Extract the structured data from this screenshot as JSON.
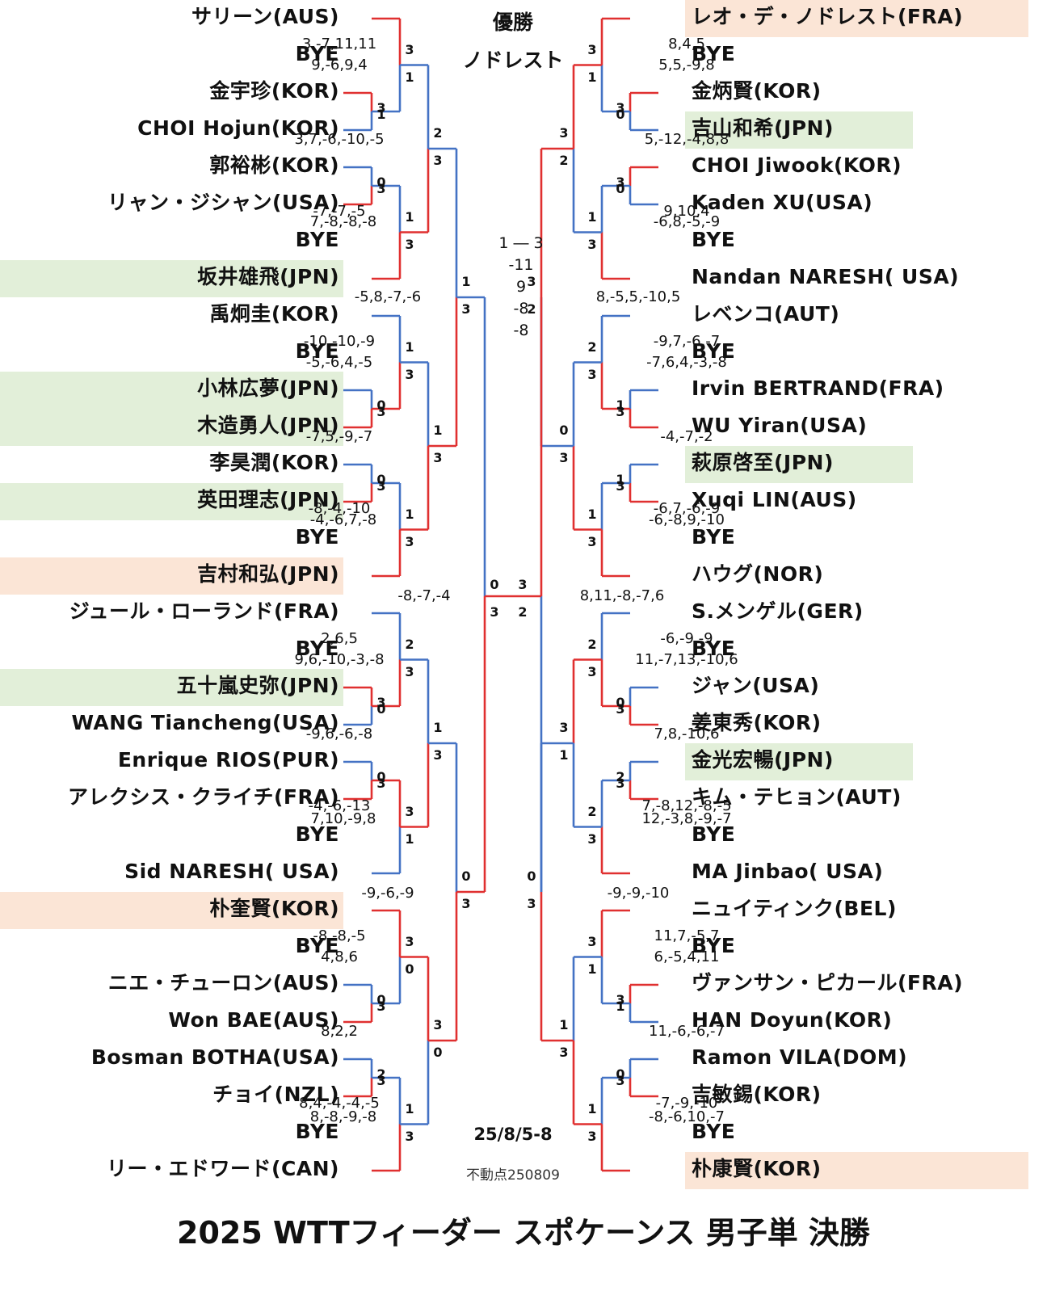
{
  "title": "2025 WTTフィーダー スポケーンス 男子単 決勝",
  "champion_label": "優勝",
  "champion": "ノドレスト",
  "final_scores": [
    "1 ― 3",
    "-11",
    "9",
    "-8",
    "-8"
  ],
  "date": "25/8/5-8",
  "note": "不動点250809",
  "colors": {
    "win": "#e03030",
    "lose": "#4472c4",
    "green_highlight": "#e2efd9",
    "pink_highlight": "#fbe5d6"
  },
  "left_players": [
    {
      "name": "サリーン(AUS)",
      "hl": ""
    },
    {
      "name": "BYE",
      "hl": ""
    },
    {
      "name": "金宇珍(KOR)",
      "hl": ""
    },
    {
      "name": "CHOI Hojun(KOR)",
      "hl": ""
    },
    {
      "name": "郭裕彬(KOR)",
      "hl": ""
    },
    {
      "name": "リャン・ジシャン(USA)",
      "hl": ""
    },
    {
      "name": "BYE",
      "hl": ""
    },
    {
      "name": "坂井雄飛(JPN)",
      "hl": "green"
    },
    {
      "name": "禹炯圭(KOR)",
      "hl": ""
    },
    {
      "name": "BYE",
      "hl": ""
    },
    {
      "name": "小林広夢(JPN)",
      "hl": "green"
    },
    {
      "name": "木造勇人(JPN)",
      "hl": "green"
    },
    {
      "name": "李昊潤(KOR)",
      "hl": ""
    },
    {
      "name": "英田理志(JPN)",
      "hl": "green"
    },
    {
      "name": "BYE",
      "hl": ""
    },
    {
      "name": "吉村和弘(JPN)",
      "hl": "pink"
    },
    {
      "name": "ジュール・ローランド(FRA)",
      "hl": ""
    },
    {
      "name": "BYE",
      "hl": ""
    },
    {
      "name": "五十嵐史弥(JPN)",
      "hl": "green"
    },
    {
      "name": "WANG Tiancheng(USA)",
      "hl": ""
    },
    {
      "name": "Enrique RIOS(PUR)",
      "hl": ""
    },
    {
      "name": "アレクシス・クライチ(FRA)",
      "hl": ""
    },
    {
      "name": "BYE",
      "hl": ""
    },
    {
      "name": "Sid NARESH( USA)",
      "hl": ""
    },
    {
      "name": "朴奎賢(KOR)",
      "hl": "pink"
    },
    {
      "name": "BYE",
      "hl": ""
    },
    {
      "name": "ニエ・チューロン(AUS)",
      "hl": ""
    },
    {
      "name": "Won BAE(AUS)",
      "hl": ""
    },
    {
      "name": "Bosman BOTHA(USA)",
      "hl": ""
    },
    {
      "name": "チョイ(NZL)",
      "hl": ""
    },
    {
      "name": "BYE",
      "hl": ""
    },
    {
      "name": "リー・エドワード(CAN)",
      "hl": ""
    }
  ],
  "right_players": [
    {
      "name": "レオ・デ・ノドレスト(FRA)",
      "hl": "pink"
    },
    {
      "name": "BYE",
      "hl": ""
    },
    {
      "name": "金炳賢(KOR)",
      "hl": ""
    },
    {
      "name": "吉山和希(JPN)",
      "hl": "green"
    },
    {
      "name": "CHOI Jiwook(KOR)",
      "hl": ""
    },
    {
      "name": "Kaden XU(USA)",
      "hl": ""
    },
    {
      "name": "BYE",
      "hl": ""
    },
    {
      "name": "Nandan NARESH( USA)",
      "hl": ""
    },
    {
      "name": "レベンコ(AUT)",
      "hl": ""
    },
    {
      "name": "BYE",
      "hl": ""
    },
    {
      "name": "Irvin BERTRAND(FRA)",
      "hl": ""
    },
    {
      "name": "WU Yiran(USA)",
      "hl": ""
    },
    {
      "name": "萩原啓至(JPN)",
      "hl": "green"
    },
    {
      "name": "Xuqi LIN(AUS)",
      "hl": ""
    },
    {
      "name": "BYE",
      "hl": ""
    },
    {
      "name": "ハウグ(NOR)",
      "hl": ""
    },
    {
      "name": "S.メンゲル(GER)",
      "hl": ""
    },
    {
      "name": "BYE",
      "hl": ""
    },
    {
      "name": "ジャン(USA)",
      "hl": ""
    },
    {
      "name": "姜東秀(KOR)",
      "hl": ""
    },
    {
      "name": "金光宏暢(JPN)",
      "hl": "green"
    },
    {
      "name": "キム・テヒョン(AUT)",
      "hl": ""
    },
    {
      "name": "BYE",
      "hl": ""
    },
    {
      "name": "MA Jinbao( USA)",
      "hl": ""
    },
    {
      "name": "ニュイティンク(BEL)",
      "hl": ""
    },
    {
      "name": "BYE",
      "hl": ""
    },
    {
      "name": "ヴァンサン・ピカール(FRA)",
      "hl": ""
    },
    {
      "name": "HAN Doyun(KOR)",
      "hl": ""
    },
    {
      "name": "Ramon VILA(DOM)",
      "hl": ""
    },
    {
      "name": "吉敏錫(KOR)",
      "hl": ""
    },
    {
      "name": "BYE",
      "hl": ""
    },
    {
      "name": "朴康賢(KOR)",
      "hl": "pink"
    }
  ],
  "left_matches": [
    {
      "id": "L1a",
      "r": 1,
      "a": 2,
      "b": 3,
      "sa": "3",
      "sb": "1",
      "w": "a",
      "gs": "9,-6,9,4"
    },
    {
      "id": "L1b",
      "r": 1,
      "a": 4,
      "b": 5,
      "sa": "0",
      "sb": "3",
      "w": "b",
      "gs": "3,7,-6,-10,-5"
    },
    {
      "id": "L1c",
      "r": 1,
      "a": 10,
      "b": 11,
      "sa": "0",
      "sb": "3",
      "w": "b",
      "gs": "-5,-6,4,-5"
    },
    {
      "id": "L1d",
      "r": 1,
      "a": 12,
      "b": 13,
      "sa": "0",
      "sb": "3",
      "w": "b",
      "gs": "-7,5,-9,-7"
    },
    {
      "id": "L1e",
      "r": 1,
      "a": 18,
      "b": 19,
      "sa": "3",
      "sb": "0",
      "w": "a",
      "gs": "9,6,-10,-3,-8"
    },
    {
      "id": "L1f",
      "r": 1,
      "a": 20,
      "b": 21,
      "sa": "0",
      "sb": "3",
      "w": "b",
      "gs": "-9,6,-6,-8"
    },
    {
      "id": "L1g",
      "r": 1,
      "a": 26,
      "b": 27,
      "sa": "0",
      "sb": "3",
      "w": "b",
      "gs": "4,8,6"
    },
    {
      "id": "L1h",
      "r": 1,
      "a": 28,
      "b": 29,
      "sa": "2",
      "sb": "3",
      "w": "b",
      "gs": "8,2,2"
    },
    {
      "id": "L2a",
      "r": 2,
      "a": "p0",
      "b": "L1a",
      "sa": "3",
      "sb": "1",
      "w": "a",
      "gs": "3,-7,11,11"
    },
    {
      "id": "L2b",
      "r": 2,
      "a": "L1b",
      "b": "p7",
      "sa": "1",
      "sb": "3",
      "w": "b",
      "gs": "-7,-7,-5"
    },
    {
      "id": "L2c",
      "r": 2,
      "a": "p8",
      "b": "L1c",
      "sa": "1",
      "sb": "3",
      "w": "b",
      "gs": "-10,-10,-9"
    },
    {
      "id": "L2d",
      "r": 2,
      "a": "L1d",
      "b": "p15",
      "sa": "1",
      "sb": "3",
      "w": "b",
      "gs": "-8,-4,-10"
    },
    {
      "id": "L2e",
      "r": 2,
      "a": "p16",
      "b": "L1e",
      "sa": "2",
      "sb": "3",
      "w": "b",
      "gs": "2,6,5"
    },
    {
      "id": "L2f",
      "r": 2,
      "a": "L1f",
      "b": "p23",
      "sa": "3",
      "sb": "1",
      "w": "a",
      "gs": "-4,-6,-13"
    },
    {
      "id": "L2g",
      "r": 2,
      "a": "p24",
      "b": "L1g",
      "sa": "3",
      "sb": "0",
      "w": "a",
      "gs": "-8,-8,-5"
    },
    {
      "id": "L2h",
      "r": 2,
      "a": "L1h",
      "b": "p31",
      "sa": "1",
      "sb": "3",
      "w": "b",
      "gs": "8,4,-4,-4,-5"
    },
    {
      "id": "L3a",
      "r": 3,
      "a": "L2a",
      "b": "L2b",
      "sa": "2",
      "sb": "3",
      "w": "b",
      "gs": "7,-8,-8,-8"
    },
    {
      "id": "L3b",
      "r": 3,
      "a": "L2c",
      "b": "L2d",
      "sa": "1",
      "sb": "3",
      "w": "b",
      "gs": "-4,-6,7,-8"
    },
    {
      "id": "L3c",
      "r": 3,
      "a": "L2e",
      "b": "L2f",
      "sa": "1",
      "sb": "3",
      "w": "b",
      "gs": "7,10,-9,8"
    },
    {
      "id": "L3d",
      "r": 3,
      "a": "L2g",
      "b": "L2h",
      "sa": "3",
      "sb": "0",
      "w": "a",
      "gs": "8,-8,-9,-8"
    },
    {
      "id": "L4a",
      "r": 4,
      "a": "L3a",
      "b": "L3b",
      "sa": "1",
      "sb": "3",
      "w": "b",
      "gs": "-5,8,-7,-6"
    },
    {
      "id": "L4b",
      "r": 4,
      "a": "L3c",
      "b": "L3d",
      "sa": "0",
      "sb": "3",
      "w": "b",
      "gs": "-9,-6,-9"
    },
    {
      "id": "L5",
      "r": 5,
      "a": "L4a",
      "b": "L4b",
      "sa": "0",
      "sb": "3",
      "w": "b",
      "gs": "-8,-7,-4"
    }
  ],
  "right_matches": [
    {
      "id": "R1a",
      "r": 1,
      "a": 2,
      "b": 3,
      "sa": "3",
      "sb": "0",
      "w": "a",
      "gs": "5,5,-9,8"
    },
    {
      "id": "R1b",
      "r": 1,
      "a": 4,
      "b": 5,
      "sa": "3",
      "sb": "0",
      "w": "a",
      "gs": "5,-12,-4,8,8"
    },
    {
      "id": "R1c",
      "r": 1,
      "a": 10,
      "b": 11,
      "sa": "1",
      "sb": "3",
      "w": "b",
      "gs": "-7,6,4,-3,-8"
    },
    {
      "id": "R1d",
      "r": 1,
      "a": 12,
      "b": 13,
      "sa": "1",
      "sb": "3",
      "w": "b",
      "gs": "-4,-7,-2"
    },
    {
      "id": "R1e",
      "r": 1,
      "a": 18,
      "b": 19,
      "sa": "0",
      "sb": "3",
      "w": "b",
      "gs": "11,-7,13,-10,6"
    },
    {
      "id": "R1f",
      "r": 1,
      "a": 20,
      "b": 21,
      "sa": "2",
      "sb": "3",
      "w": "b",
      "gs": "7,8,-10,6"
    },
    {
      "id": "R1g",
      "r": 1,
      "a": 26,
      "b": 27,
      "sa": "3",
      "sb": "1",
      "w": "a",
      "gs": "6,-5,4,11"
    },
    {
      "id": "R1h",
      "r": 1,
      "a": 28,
      "b": 29,
      "sa": "0",
      "sb": "3",
      "w": "b",
      "gs": "11,-6,-6,-7"
    },
    {
      "id": "R2a",
      "r": 2,
      "a": "p0",
      "b": "R1a",
      "sa": "3",
      "sb": "1",
      "w": "a",
      "gs": "8,4,5"
    },
    {
      "id": "R2b",
      "r": 2,
      "a": "R1b",
      "b": "p7",
      "sa": "1",
      "sb": "3",
      "w": "b",
      "gs": "9,10,4"
    },
    {
      "id": "R2c",
      "r": 2,
      "a": "p8",
      "b": "R1c",
      "sa": "2",
      "sb": "3",
      "w": "b",
      "gs": "-9,7,-6,-7"
    },
    {
      "id": "R2d",
      "r": 2,
      "a": "R1d",
      "b": "p15",
      "sa": "1",
      "sb": "3",
      "w": "b",
      "gs": "-6,7,-6,-9"
    },
    {
      "id": "R2e",
      "r": 2,
      "a": "p16",
      "b": "R1e",
      "sa": "2",
      "sb": "3",
      "w": "b",
      "gs": "-6,-9,-9"
    },
    {
      "id": "R2f",
      "r": 2,
      "a": "R1f",
      "b": "p23",
      "sa": "2",
      "sb": "3",
      "w": "b",
      "gs": "7,-8,12,-8,-5"
    },
    {
      "id": "R2g",
      "r": 2,
      "a": "p24",
      "b": "R1g",
      "sa": "3",
      "sb": "1",
      "w": "a",
      "gs": "11,7,-5,7"
    },
    {
      "id": "R2h",
      "r": 2,
      "a": "R1h",
      "b": "p31",
      "sa": "1",
      "sb": "3",
      "w": "b",
      "gs": "-7,-9,-10"
    },
    {
      "id": "R3a",
      "r": 3,
      "a": "R2a",
      "b": "R2b",
      "sa": "3",
      "sb": "2",
      "w": "a",
      "gs": "-6,8,-5,-9"
    },
    {
      "id": "R3b",
      "r": 3,
      "a": "R2c",
      "b": "R2d",
      "sa": "0",
      "sb": "3",
      "w": "b",
      "gs": "-6,-8,9,-10"
    },
    {
      "id": "R3c",
      "r": 3,
      "a": "R2e",
      "b": "R2f",
      "sa": "3",
      "sb": "1",
      "w": "a",
      "gs": "12,-3,8,-9,-7"
    },
    {
      "id": "R3d",
      "r": 3,
      "a": "R2g",
      "b": "R2h",
      "sa": "1",
      "sb": "3",
      "w": "b",
      "gs": "-8,-6,10,-7"
    },
    {
      "id": "R4a",
      "r": 4,
      "a": "R3a",
      "b": "R3b",
      "sa": "3",
      "sb": "2",
      "w": "a",
      "gs": "8,-5,5,-10,5"
    },
    {
      "id": "R4b",
      "r": 4,
      "a": "R3c",
      "b": "R3d",
      "sa": "0",
      "sb": "3",
      "w": "b",
      "gs": "-9,-9,-10"
    },
    {
      "id": "R5",
      "r": 5,
      "a": "R4a",
      "b": "R4b",
      "sa": "3",
      "sb": "2",
      "w": "a",
      "gs": "8,11,-8,-7,6"
    }
  ]
}
